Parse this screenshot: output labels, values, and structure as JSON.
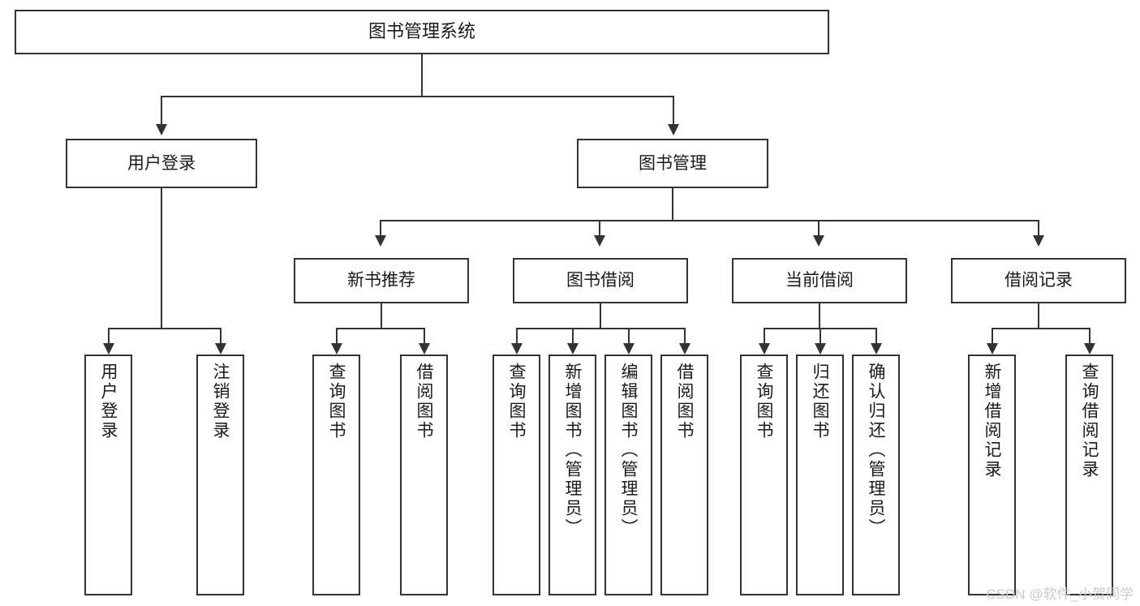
{
  "diagram": {
    "title": "图书管理系统",
    "type": "tree-hierarchy-diagram",
    "root": {
      "label": "图书管理系统"
    },
    "level2": [
      {
        "label": "用户登录"
      },
      {
        "label": "图书管理"
      }
    ],
    "level3": [
      {
        "label": "新书推荐"
      },
      {
        "label": "图书借阅"
      },
      {
        "label": "当前借阅"
      },
      {
        "label": "借阅记录"
      }
    ],
    "leaves": {
      "user_login": [
        {
          "label": "用户登录"
        },
        {
          "label": "注销登录"
        }
      ],
      "new_book_recommend": [
        {
          "label": "查询图书"
        },
        {
          "label": "借阅图书"
        }
      ],
      "book_borrow": [
        {
          "label": "查询图书"
        },
        {
          "label": "新增图书（管理员）"
        },
        {
          "label": "编辑图书（管理员）"
        },
        {
          "label": "借阅图书"
        }
      ],
      "current_borrow": [
        {
          "label": "查询图书"
        },
        {
          "label": "归还图书"
        },
        {
          "label": "确认归还（管理员）"
        }
      ],
      "borrow_record": [
        {
          "label": "新增借阅记录"
        },
        {
          "label": "查询借阅记录"
        }
      ]
    }
  },
  "watermark": {
    "text": "CSDN @软件_小贺同学"
  },
  "colors": {
    "stroke": "#333333",
    "background": "#ffffff",
    "text": "#1a1a1a",
    "watermark": "#c9c9c9"
  }
}
